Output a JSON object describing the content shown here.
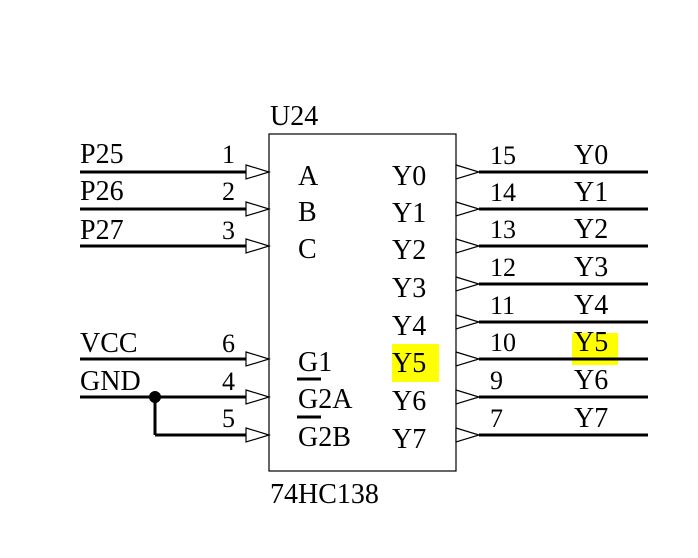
{
  "chip": {
    "ref": "U24",
    "part": "74HC138",
    "highlight_color": "#ffff00"
  },
  "left_pins": [
    {
      "net": "P25",
      "num": "1",
      "func": "A"
    },
    {
      "net": "P26",
      "num": "2",
      "func": "B"
    },
    {
      "net": "P27",
      "num": "3",
      "func": "C"
    },
    {
      "net": "VCC",
      "num": "6",
      "func": "G1"
    },
    {
      "net": "GND",
      "num": "4",
      "func": "G2A"
    },
    {
      "net": "",
      "num": "5",
      "func": "G2B"
    }
  ],
  "right_pins": [
    {
      "func": "Y0",
      "num": "15",
      "net": "Y0"
    },
    {
      "func": "Y1",
      "num": "14",
      "net": "Y1"
    },
    {
      "func": "Y2",
      "num": "13",
      "net": "Y2"
    },
    {
      "func": "Y3",
      "num": "12",
      "net": "Y3"
    },
    {
      "func": "Y4",
      "num": "11",
      "net": "Y4"
    },
    {
      "func": "Y5",
      "num": "10",
      "net": "Y5",
      "highlight": true
    },
    {
      "func": "Y6",
      "num": "9",
      "net": "Y6"
    },
    {
      "func": "Y7",
      "num": "7",
      "net": "Y7"
    }
  ]
}
